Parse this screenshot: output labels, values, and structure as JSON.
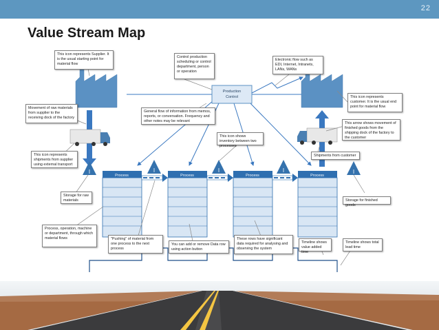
{
  "slide": {
    "number": "22",
    "title": "Value Stream Map"
  },
  "production_control": {
    "line1": "Production",
    "line2": "Control"
  },
  "process_label": "Process",
  "inventory_mark": "I",
  "callouts": {
    "supplier": "This icon represents Supplier. It is the usual starting point for material flow",
    "control": "Control production scheduling or control department, person or operation",
    "electronic": "Electronic flow such as EDI, Internet, Intranets, LANs, WANs",
    "customer": "This icon represents customer. It is the usual end point for material flow",
    "raw_movement": "Movement of raw materials from supplier to the receiving dock of the factory",
    "general_flow": "General flow of information from memos, reports, or conversation. Frequency and other notes may be relevant",
    "inventory": "This icon shows inventory between two processes",
    "finished_arrow": "This arrow shows movement of finished goods from the shipping dock of the factory to the customer",
    "ext_transport": "This icon represents shipments from supplier using external transport",
    "shipments_customer": "Shipments from customer",
    "storage_raw": "Storage for raw materials",
    "storage_finished": "Storage for finished goods",
    "process_desc": "Process, operation, machine or department, through which material flows",
    "pushing": "\"Pushing\" of material from one process to the next process",
    "data_row": "You can add or remove Data row using action button",
    "rows_data": "These rows have significant data required for analysing and observing the system",
    "timeline_value": "Timeline shows value added time",
    "timeline_lead": "Timeline shows total lead time"
  },
  "colors": {
    "header_bar": "#5d97c0",
    "factory": "#5b91c3",
    "process_header": "#2f6fb0",
    "process_fill": "#d8e6f4",
    "inventory": "#3572ad",
    "arrow": "#3a78c0"
  }
}
